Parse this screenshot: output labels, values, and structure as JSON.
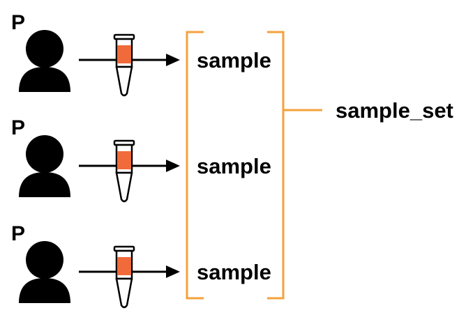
{
  "colors": {
    "person": "#000000",
    "bracket": "#f5a13c",
    "tube_fill": "#f06a3a",
    "arrow": "#000000"
  },
  "rows": [
    {
      "person_label": "P",
      "person_icon": "person-icon",
      "tube_icon": "sample-tube-icon",
      "sample_label": "sample"
    },
    {
      "person_label": "P",
      "person_icon": "person-icon",
      "tube_icon": "sample-tube-icon",
      "sample_label": "sample"
    },
    {
      "person_label": "P",
      "person_icon": "person-icon",
      "tube_icon": "sample-tube-icon",
      "sample_label": "sample"
    }
  ],
  "sample_set_label": "sample_set"
}
